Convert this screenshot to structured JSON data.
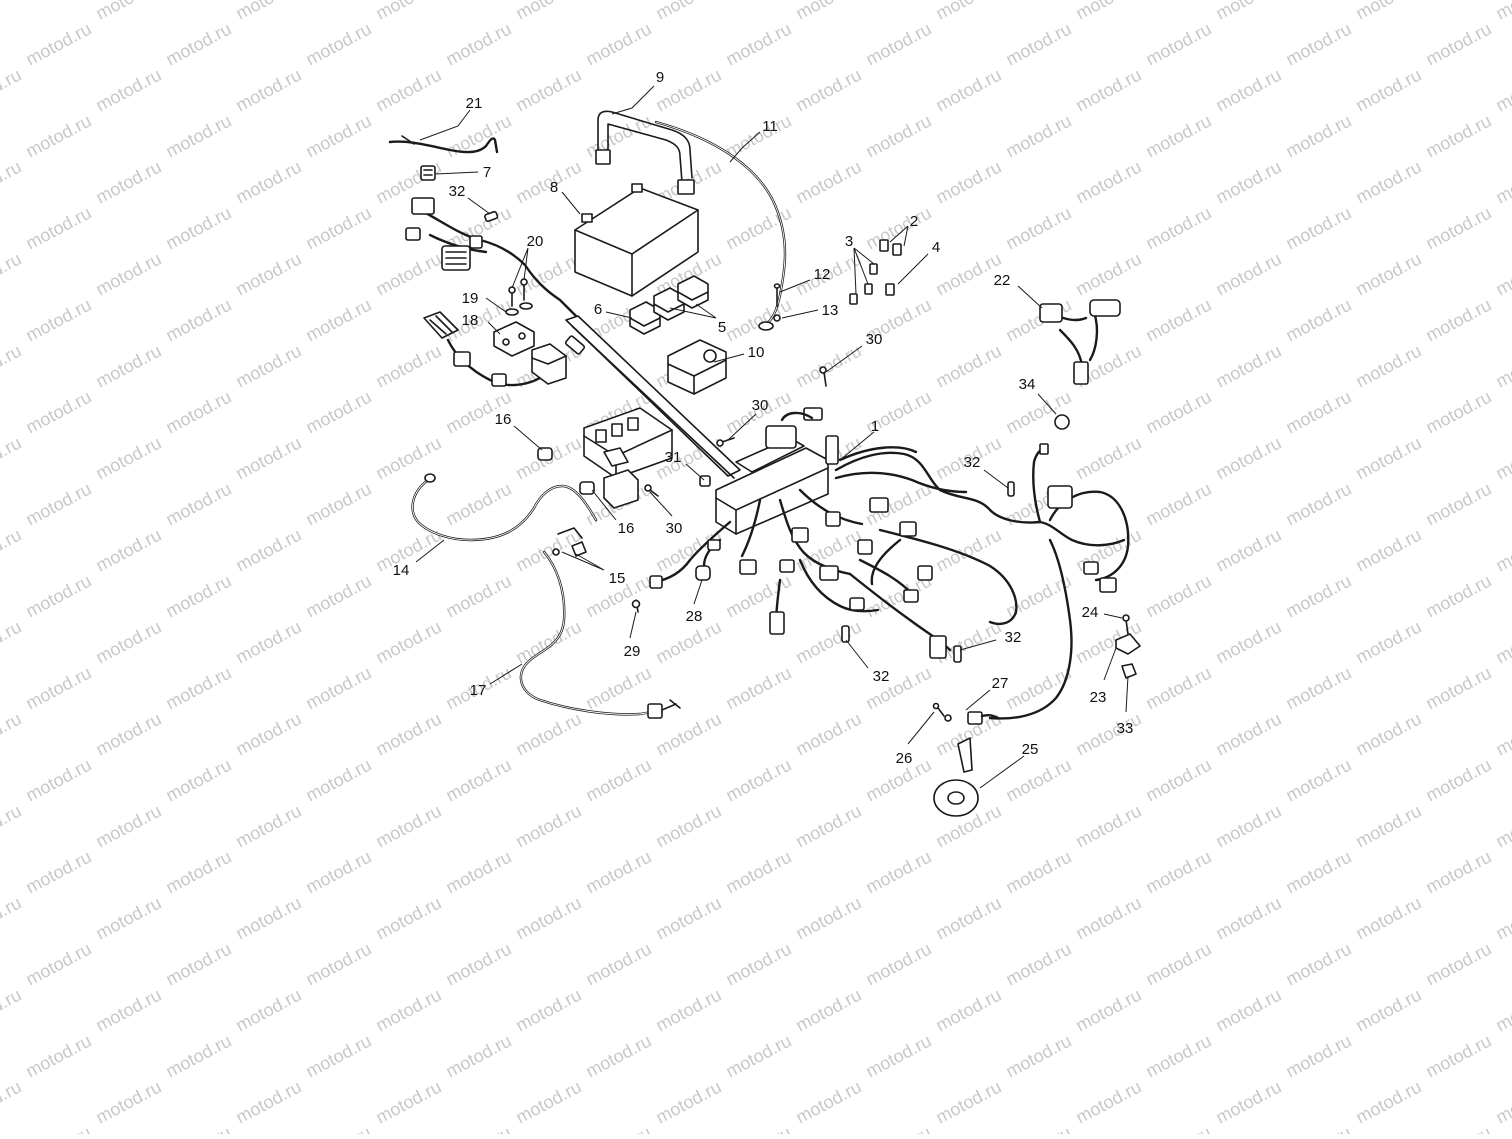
{
  "watermark": {
    "text": "motod.ru",
    "color": "#c8c8c8"
  },
  "diagram": {
    "colors": {
      "ink": "#1a1a1a",
      "background": "#ffffff"
    },
    "callouts": [
      {
        "id": "c21",
        "label": "21"
      },
      {
        "id": "c7",
        "label": "7"
      },
      {
        "id": "c32a",
        "label": "32"
      },
      {
        "id": "c9",
        "label": "9"
      },
      {
        "id": "c11",
        "label": "11"
      },
      {
        "id": "c8",
        "label": "8"
      },
      {
        "id": "c20",
        "label": "20"
      },
      {
        "id": "c19",
        "label": "19"
      },
      {
        "id": "c18",
        "label": "18"
      },
      {
        "id": "c2",
        "label": "2"
      },
      {
        "id": "c3",
        "label": "3"
      },
      {
        "id": "c4",
        "label": "4"
      },
      {
        "id": "c12",
        "label": "12"
      },
      {
        "id": "c13",
        "label": "13"
      },
      {
        "id": "c6",
        "label": "6"
      },
      {
        "id": "c5",
        "label": "5"
      },
      {
        "id": "c10",
        "label": "10"
      },
      {
        "id": "c30a",
        "label": "30"
      },
      {
        "id": "c22",
        "label": "22"
      },
      {
        "id": "c34",
        "label": "34"
      },
      {
        "id": "c30b",
        "label": "30"
      },
      {
        "id": "c1",
        "label": "1"
      },
      {
        "id": "c16a",
        "label": "16"
      },
      {
        "id": "c31",
        "label": "31"
      },
      {
        "id": "c32b",
        "label": "32"
      },
      {
        "id": "c16b",
        "label": "16"
      },
      {
        "id": "c30c",
        "label": "30"
      },
      {
        "id": "c14",
        "label": "14"
      },
      {
        "id": "c15",
        "label": "15"
      },
      {
        "id": "c28",
        "label": "28"
      },
      {
        "id": "c29",
        "label": "29"
      },
      {
        "id": "c24",
        "label": "24"
      },
      {
        "id": "c32c",
        "label": "32"
      },
      {
        "id": "c32d",
        "label": "32"
      },
      {
        "id": "c17",
        "label": "17"
      },
      {
        "id": "c27",
        "label": "27"
      },
      {
        "id": "c23",
        "label": "23"
      },
      {
        "id": "c33",
        "label": "33"
      },
      {
        "id": "c25",
        "label": "25"
      },
      {
        "id": "c26",
        "label": "26"
      }
    ]
  }
}
